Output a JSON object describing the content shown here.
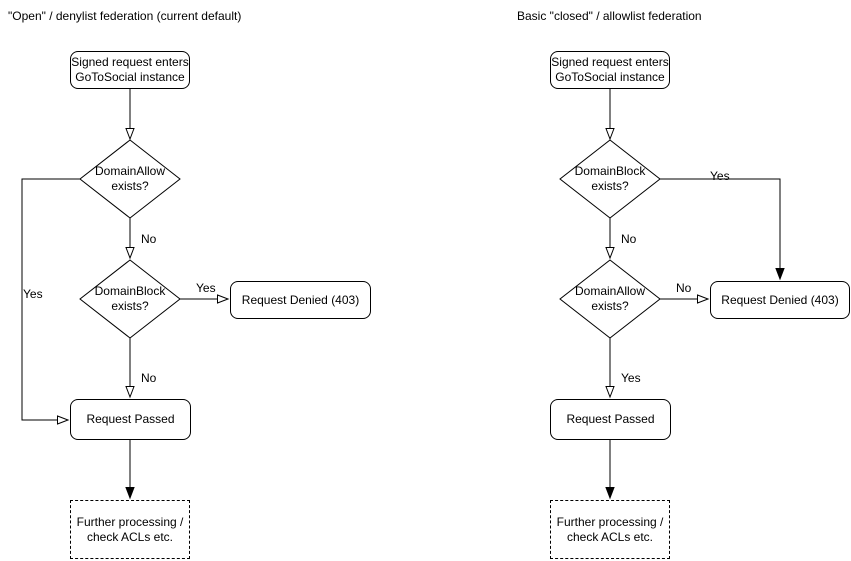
{
  "charts": [
    {
      "title": "\"Open\" / denylist federation (current default)",
      "nodes": {
        "start": "Signed request enters\nGoToSocial instance",
        "decision1": "DomainAllow\nexists?",
        "decision2": "DomainBlock\nexists?",
        "denied": "Request Denied (403)",
        "passed": "Request Passed",
        "further": "Further processing /\ncheck ACLs etc."
      },
      "labels": {
        "decision1_yes": "Yes",
        "decision1_no": "No",
        "decision2_yes": "Yes",
        "decision2_no": "No"
      }
    },
    {
      "title": "Basic \"closed\" / allowlist federation",
      "nodes": {
        "start": "Signed request enters\nGoToSocial instance",
        "decision1": "DomainBlock\nexists?",
        "decision2": "DomainAllow\nexists?",
        "denied": "Request Denied (403)",
        "passed": "Request Passed",
        "further": "Further processing /\ncheck ACLs etc."
      },
      "labels": {
        "decision1_yes": "Yes",
        "decision1_no": "No",
        "decision2_no": "No",
        "decision2_yes": "Yes"
      }
    }
  ],
  "colors": {
    "line": "#000000",
    "text": "#000000",
    "node_fill": "#ffffff",
    "background": "#ffffff"
  }
}
